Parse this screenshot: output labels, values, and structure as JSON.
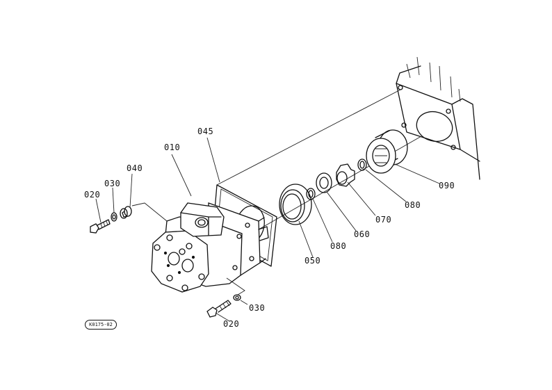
{
  "parts": [
    {
      "id": "p010",
      "number": "010"
    },
    {
      "id": "p045",
      "number": "045"
    },
    {
      "id": "p040",
      "number": "040"
    },
    {
      "id": "p030a",
      "number": "030"
    },
    {
      "id": "p020a",
      "number": "020"
    },
    {
      "id": "p030b",
      "number": "030"
    },
    {
      "id": "p020b",
      "number": "020"
    },
    {
      "id": "p050",
      "number": "050"
    },
    {
      "id": "p080a",
      "number": "080"
    },
    {
      "id": "p060",
      "number": "060"
    },
    {
      "id": "p070",
      "number": "070"
    },
    {
      "id": "p080b",
      "number": "080"
    },
    {
      "id": "p090",
      "number": "090"
    }
  ],
  "reference_code": "K0175-02"
}
